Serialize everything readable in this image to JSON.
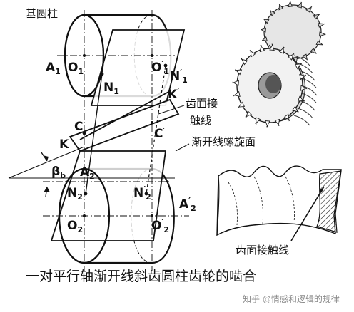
{
  "labels": {
    "base_cylinder": "基圆柱",
    "tooth_contact_line_right": "齿面接触线",
    "involute_helicoid": "渐开线螺旋面",
    "tooth_contact_line_bottom": "齿面接触线",
    "caption": "一对平行轴渐开线斜齿圆柱齿轮的啮合",
    "watermark": "知乎 @情感和逻辑的规律"
  },
  "points": {
    "A1": {
      "base": "A",
      "sub": "1",
      "prime": ""
    },
    "O1": {
      "base": "O",
      "sub": "1",
      "prime": ""
    },
    "N1": {
      "base": "N",
      "sub": "1",
      "prime": ""
    },
    "O1p": {
      "base": "O",
      "sub": "1",
      "prime": "′"
    },
    "N1p": {
      "base": "N",
      "sub": "1",
      "prime": "′"
    },
    "Kp": {
      "base": "K",
      "sub": "",
      "prime": "′"
    },
    "C": {
      "base": "C",
      "sub": "",
      "prime": ""
    },
    "Cp": {
      "base": "C",
      "sub": "",
      "prime": "′"
    },
    "K": {
      "base": "K",
      "sub": "",
      "prime": ""
    },
    "beta": {
      "base": "β",
      "sub": "b",
      "prime": ""
    },
    "A2": {
      "base": "A",
      "sub": "2",
      "prime": ""
    },
    "N2": {
      "base": "N",
      "sub": "2",
      "prime": ""
    },
    "N2p": {
      "base": "N",
      "sub": "2",
      "prime": "′"
    },
    "A2p": {
      "base": "A",
      "sub": "2",
      "prime": "′"
    },
    "O2": {
      "base": "O",
      "sub": "2",
      "prime": ""
    },
    "O2p": {
      "base": "O",
      "sub": "2",
      "prime": "′"
    }
  }
}
